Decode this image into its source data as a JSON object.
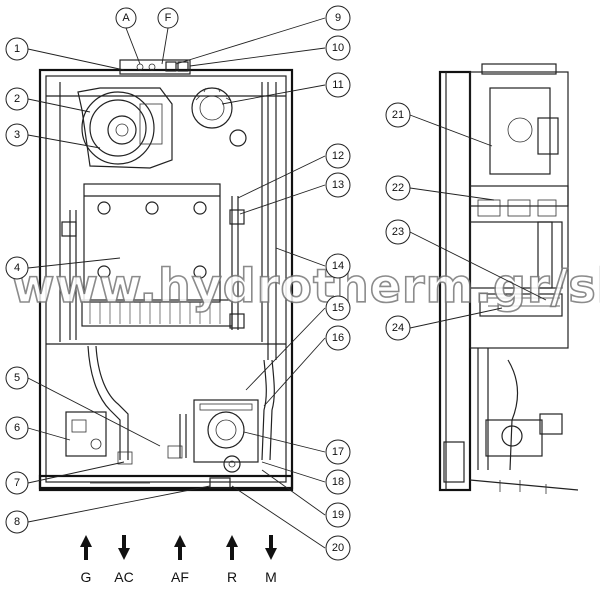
{
  "callouts": {
    "c1": "1",
    "c2": "2",
    "c3": "3",
    "c4": "4",
    "c5": "5",
    "c6": "6",
    "c7": "7",
    "c8": "8",
    "c9": "9",
    "c10": "10",
    "c11": "11",
    "c12": "12",
    "c13": "13",
    "c14": "14",
    "c15": "15",
    "c16": "16",
    "c17": "17",
    "c18": "18",
    "c19": "19",
    "c20": "20",
    "c21": "21",
    "c22": "22",
    "c23": "23",
    "c24": "24",
    "cA": "A",
    "cF": "F"
  },
  "connections": {
    "G": "G",
    "AC": "AC",
    "AF": "AF",
    "R": "R",
    "M": "M"
  },
  "watermark": "www.hydrotherm.gr/shop"
}
